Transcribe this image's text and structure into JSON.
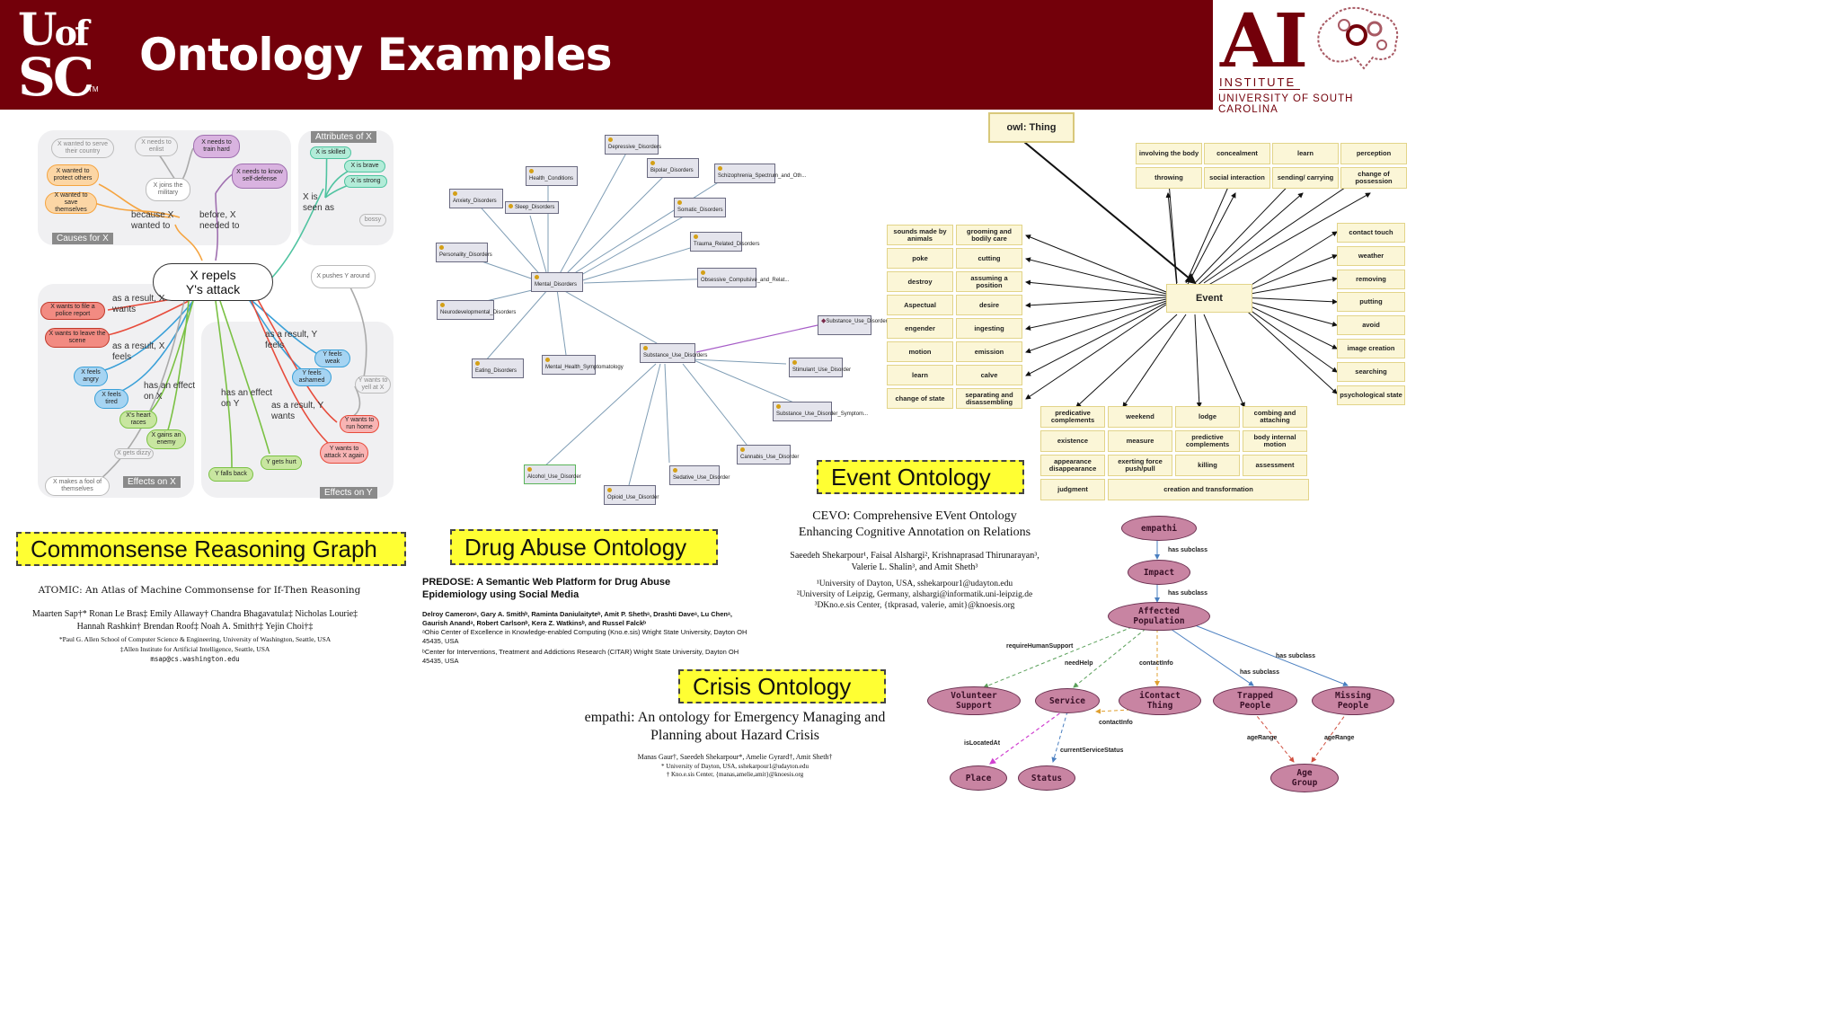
{
  "header": {
    "logo": "UofSC",
    "logo_tm": "TM",
    "title": "Ontology Examples",
    "ai_letters": "AI",
    "ai_institute": "INSTITUTE",
    "ai_university": "UNIVERSITY OF SOUTH CAROLINA"
  },
  "atomic": {
    "center": "X repels\nY's attack",
    "nodes": {
      "serve": "X wanted to serve their country",
      "enlist": "X needs to enlist",
      "train": "X needs to train hard",
      "protect": "X wanted to protect others",
      "selfdef": "X needs to know self-defense",
      "save": "X wanted to save themselves",
      "joins": "X joins the military",
      "skilled": "X is skilled",
      "brave": "X is brave",
      "strong": "X is strong",
      "bossy": "bossy",
      "pushes": "X pushes Y around",
      "police": "X wants to file a police report",
      "leave": "X wants to leave the scene",
      "angry": "X feels angry",
      "tired": "X feels tired",
      "heart": "X's heart races",
      "gains": "X gains an enemy",
      "dizzy": "X gets dizzy",
      "fool": "X makes a fool of themselves",
      "yweak": "Y feels weak",
      "yashamed": "Y feels ashamed",
      "yyell": "Y wants to yell at X",
      "yrun": "Y wants to run home",
      "yattack": "Y wants to attack X again",
      "yfalls": "Y falls back",
      "yhurt": "Y gets hurt"
    },
    "edges": {
      "because": "because X wanted to",
      "before": "before, X needed to",
      "seen": "X is seen as",
      "result_wants": "as a result, X wants",
      "result_feels": "as a result, X feels",
      "effect_x": "has an effect on X",
      "effect_y": "has an effect on Y",
      "y_feels": "as a result, Y feels",
      "y_wants": "as a result, Y wants"
    },
    "tags": {
      "causes": "Causes for X",
      "attributes": "Attributes of X",
      "effects_x": "Effects on X",
      "effects_y": "Effects on Y"
    },
    "banner": "Commonsense Reasoning Graph",
    "paper_title": "ATOMIC: An Atlas of Machine Commonsense for If-Then Reasoning",
    "authors1": "Maarten Sap†* Ronan Le Bras‡ Emily Allaway† Chandra Bhagavatula‡ Nicholas Lourie‡",
    "authors2": "Hannah Rashkin† Brendan Roof‡ Noah A. Smith†‡ Yejin Choi†‡",
    "affil1": "*Paul G. Allen School of Computer Science & Engineering, University of Washington, Seattle, USA",
    "affil2": "‡Allen Institute for Artificial Intelligence, Seattle, USA",
    "email": "msap@cs.washington.edu"
  },
  "drug": {
    "nodes": {
      "depressive": "Depressive_Disorders",
      "bipolar": "Bipolar_Disorders",
      "health": "Health_Conditions",
      "schizo": "Schizophrenia_Spectrum_and_Oth...",
      "anxiety": "Anxiety_Disorders",
      "sleep": "Sleep_Disorders",
      "somatic": "Somatic_Disorders",
      "trauma": "Trauma_Related_Disorders",
      "personality": "Personality_Disorders",
      "ocd": "Obsessive_Compulsive_and_Relat...",
      "mental": "Mental_Disorders",
      "neuro": "Neurodevelopmental_Disorders",
      "sud": "Substance_Use_Disorder",
      "eating": "Eating_Disorders",
      "mhs": "Mental_Health_Symptomatology",
      "subuse": "Substance_Use_Disorders",
      "stimulant": "Stimulant_Use_Disorder",
      "sudsymptom": "Substance_Use_Disorder_Symptom...",
      "cannabis": "Cannabis_Use_Disorder",
      "alcohol": "Alcohol_Use_Disorder",
      "sedative": "Sedative_Use_Disorder",
      "opioid": "Opioid_Use_Disorder"
    },
    "banner": "Drug Abuse Ontology",
    "paper_title": "PREDOSE: A Semantic Web Platform for Drug Abuse Epidemiology using Social Media",
    "authors": "Delroy Cameronᵃ, Gary A. Smithᵇ, Raminta Daniulaityteᵇ, Amit P. Shethᵃ, Drashti Daveᵃ, Lu Chenᵃ, Gaurish Anandᵃ, Robert Carlsonᵇ, Kera Z. Watkinsᵇ, and Russel Falckᵇ",
    "affil_a": "ᵃOhio Center of Excellence in Knowledge-enabled Computing (Kno.e.sis) Wright State University, Dayton OH 45435, USA",
    "affil_b": "ᵇCenter for Interventions, Treatment and Addictions Research (CITAR) Wright State University, Dayton OH 45435, USA"
  },
  "event": {
    "root": "owl: Thing",
    "center": "Event",
    "top_row1": [
      "involving the body",
      "concealment",
      "learn",
      "perception"
    ],
    "top_row2": [
      "throwing",
      "social interaction",
      "sending/ carrying",
      "change of possession"
    ],
    "left_col1": [
      "sounds made by animals",
      "poke",
      "destroy",
      "Aspectual",
      "engender",
      "motion",
      "learn",
      "change of state"
    ],
    "left_col2": [
      "grooming and bodily care",
      "cutting",
      "assuming a position",
      "desire",
      "ingesting",
      "emission",
      "calve",
      "separating and disassembling"
    ],
    "right_col": [
      "contact touch",
      "weather",
      "removing",
      "putting",
      "avoid",
      "image creation",
      "searching",
      "psychological state"
    ],
    "bottom_row1": [
      "predicative complements",
      "weekend",
      "lodge",
      "combing and attaching"
    ],
    "bottom_row2": [
      "existence",
      "measure",
      "predictive complements",
      "body internal motion"
    ],
    "bottom_row3": [
      "appearance disappearance",
      "exerting force push/pull",
      "killing",
      "assessment"
    ],
    "bottom_row4": [
      "judgment",
      "creation and transformation"
    ],
    "banner": "Event Ontology",
    "paper_title1": "CEVO: Comprehensive EVent Ontology",
    "paper_title2": "Enhancing Cognitive Annotation on Relations",
    "authors1": "Saeedeh Shekarpour¹, Faisal Alshargi², Krishnaprasad Thirunarayan³,",
    "authors2": "Valerie L. Shalin³, and Amit Sheth³",
    "affil1": "¹University of Dayton, USA, sshekarpour1@udayton.edu",
    "affil2": "²University of Leipzig, Germany, alshargi@informatik.uni-leipzig.de",
    "affil3": "³DKno.e.sis Center, {tkprasad, valerie, amit}@knoesis.org"
  },
  "crisis": {
    "nodes": {
      "empathi": "empathi",
      "impact": "Impact",
      "affected": "Affected\nPopulation",
      "volunteer": "Volunteer\nSupport",
      "service": "Service",
      "icontact": "iContact\nThing",
      "trapped": "Trapped\nPeople",
      "missing": "Missing\nPeople",
      "place": "Place",
      "status": "Status",
      "age": "Age\nGroup"
    },
    "edges": {
      "sub1": "has subclass",
      "sub2": "has subclass",
      "sub3": "has subclass",
      "sub4": "has subclass",
      "reqhelp": "requireHumanSupport",
      "needhelp": "needHelp",
      "contactinfo1": "contactInfo",
      "contactinfo2": "contactInfo",
      "located": "isLocatedAt",
      "current": "currentServiceStatus",
      "agerange1": "ageRange",
      "agerange2": "ageRange"
    },
    "banner": "Crisis Ontology",
    "paper_title": "empathi: An ontology for Emergency Managing and Planning about Hazard Crisis",
    "authors": "Manas Gaur†, Saeedeh Shekarpour*, Amelie Gyrard†, Amit Sheth†",
    "affil1": "* University of Dayton, USA, sshekarpour1@udayton.edu",
    "affil2": "† Kno.e.sis Center, {manas,amelie,amit}@knoesis.org"
  },
  "colors": {
    "header": "#73000a",
    "banner": "#ffff33",
    "crisis_node": "#c884a2",
    "event_box": "#fbf6d7"
  }
}
